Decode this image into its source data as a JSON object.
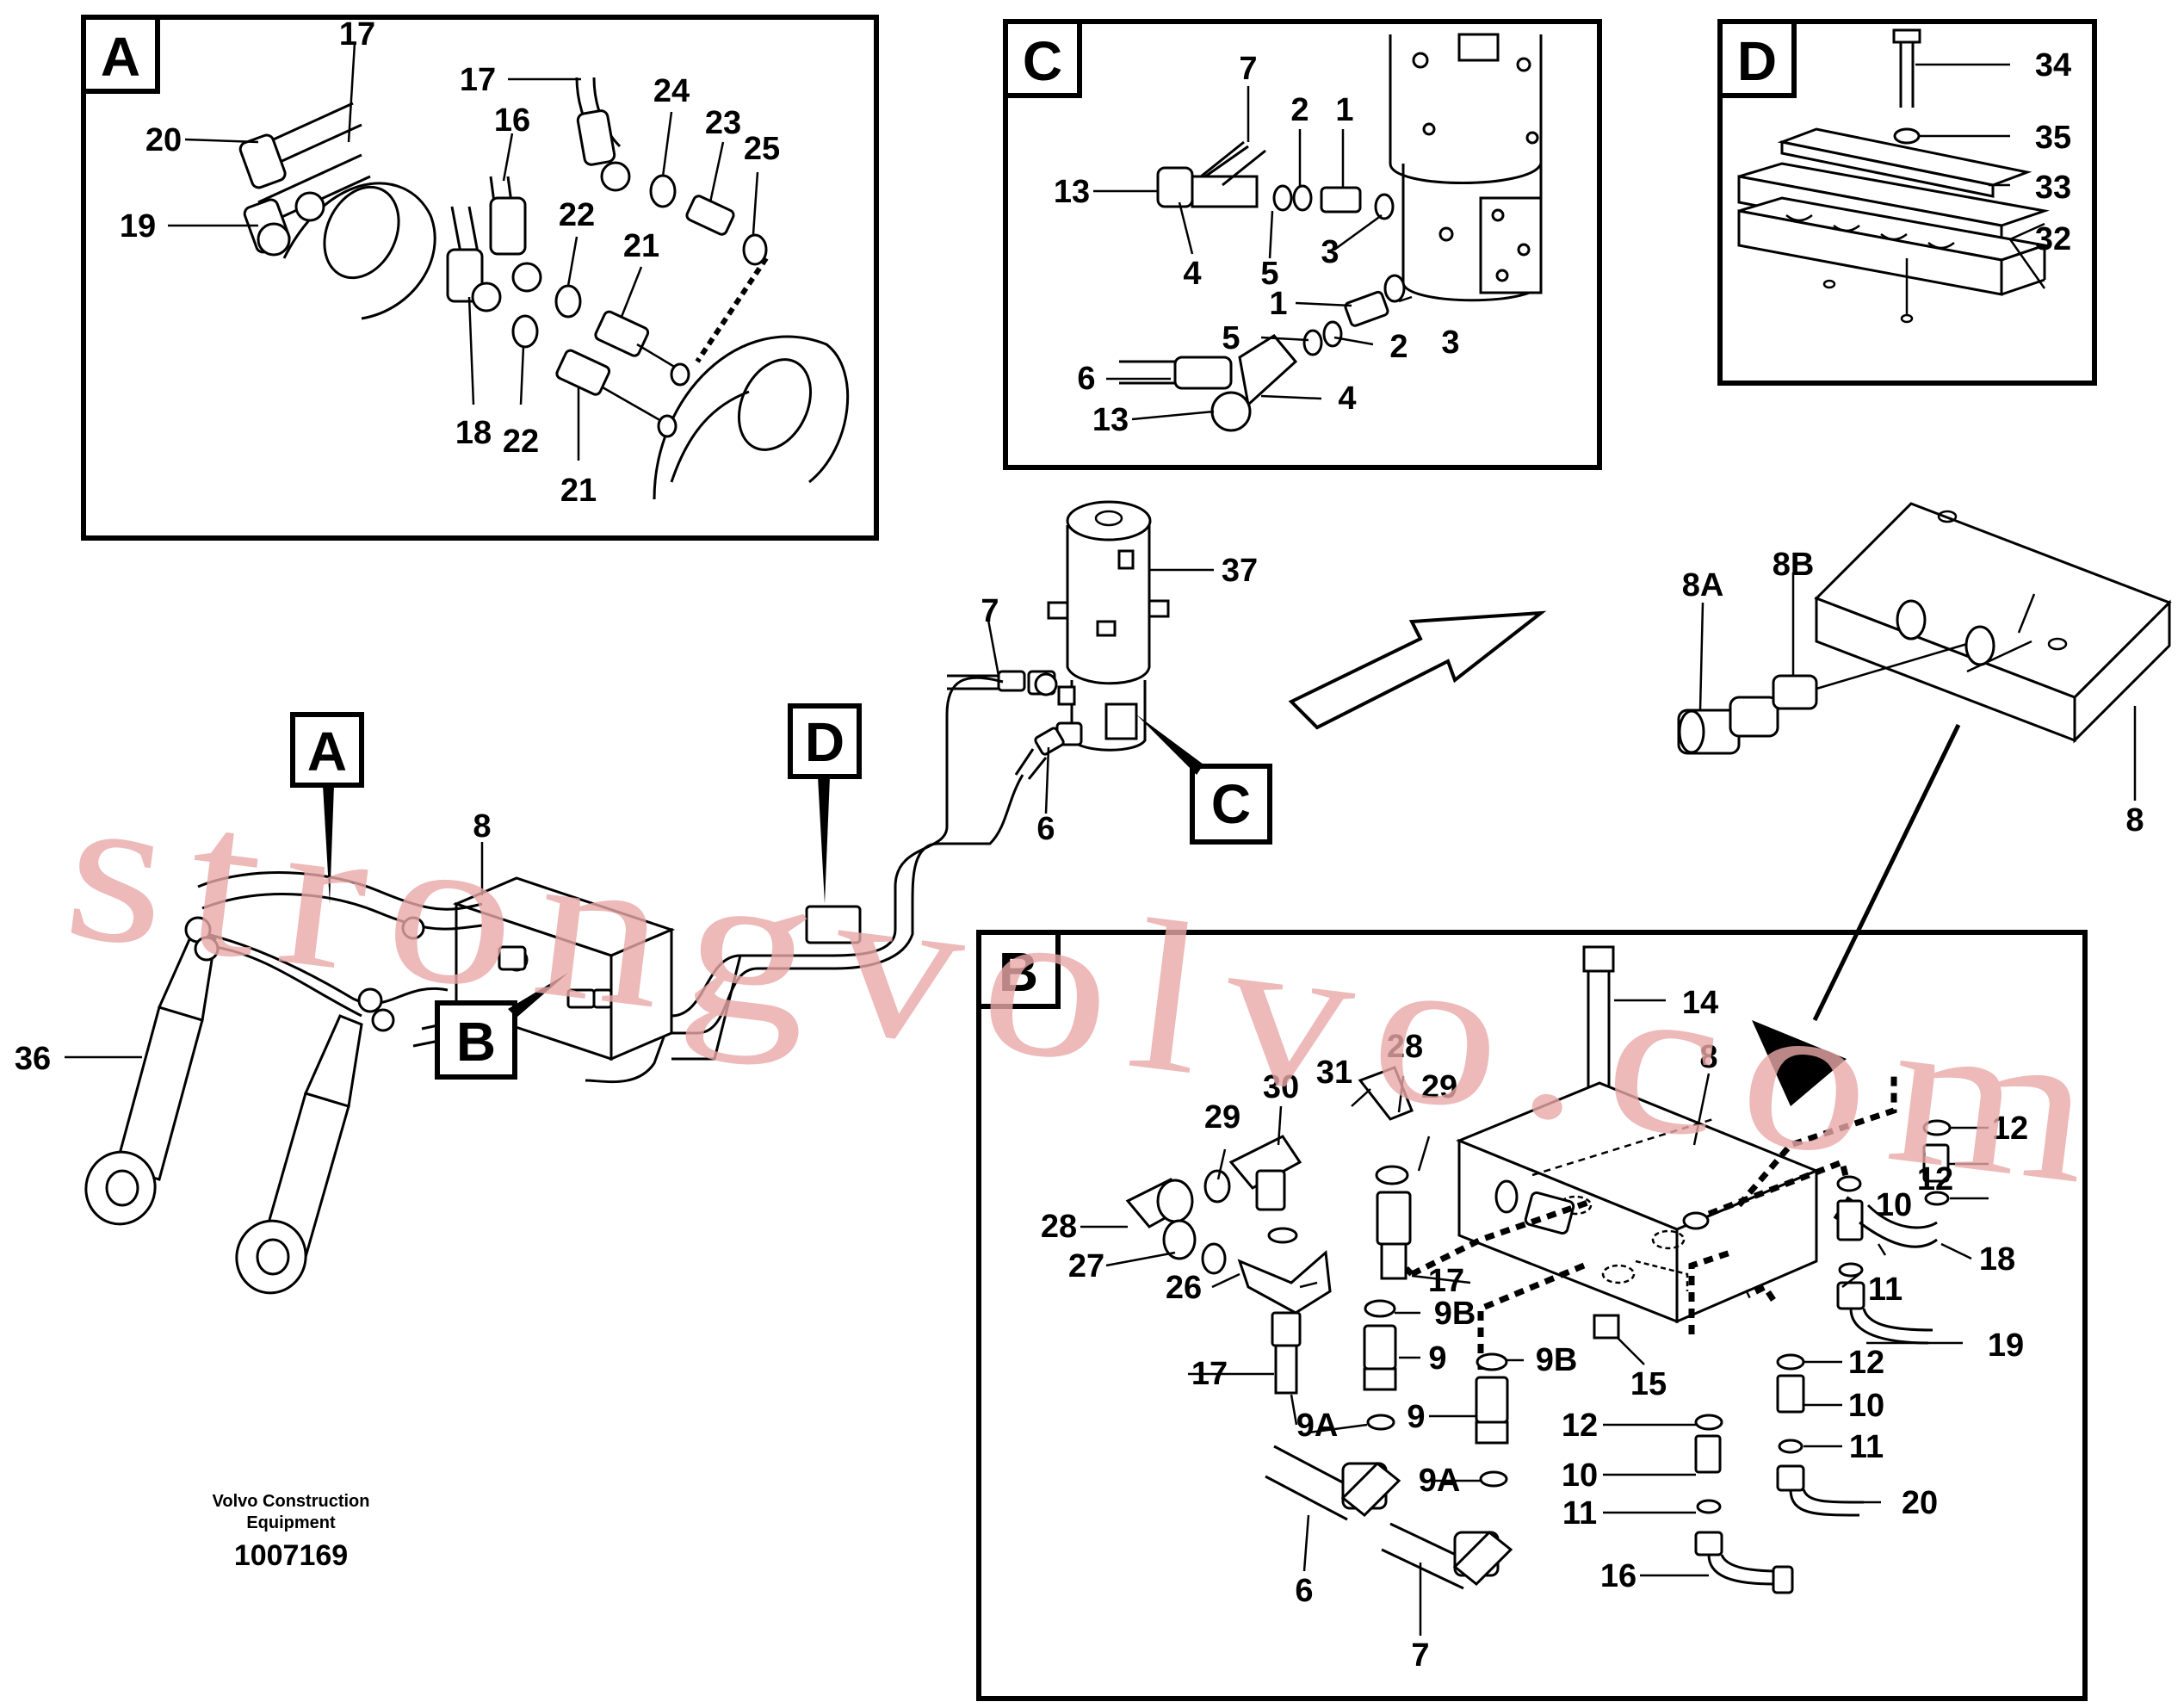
{
  "callouts": {
    "A": "A",
    "B": "B",
    "C": "C",
    "D": "D"
  },
  "labels": {
    "p1": "1",
    "p2": "2",
    "p3": "3",
    "p4": "4",
    "p5": "5",
    "p6": "6",
    "p7": "7",
    "p8": "8",
    "p8A": "8A",
    "p8B": "8B",
    "p9": "9",
    "p9A": "9A",
    "p9B": "9B",
    "p10": "10",
    "p11": "11",
    "p12": "12",
    "p13": "13",
    "p14": "14",
    "p15": "15",
    "p16": "16",
    "p17": "17",
    "p18": "18",
    "p19": "19",
    "p20": "20",
    "p21": "21",
    "p22": "22",
    "p23": "23",
    "p24": "24",
    "p25": "25",
    "p26": "26",
    "p27": "27",
    "p28": "28",
    "p29": "29",
    "p30": "30",
    "p31": "31",
    "p32": "32",
    "p33": "33",
    "p34": "34",
    "p35": "35",
    "p36": "36",
    "p37": "37"
  },
  "footer": {
    "brand_line1": "Volvo Construction",
    "brand_line2": "Equipment",
    "drawing_number": "1007169"
  },
  "watermark": "strongvolvo.com",
  "colors": {
    "ink": "#000000",
    "watermark": "#e9a8a8",
    "background": "#ffffff"
  }
}
